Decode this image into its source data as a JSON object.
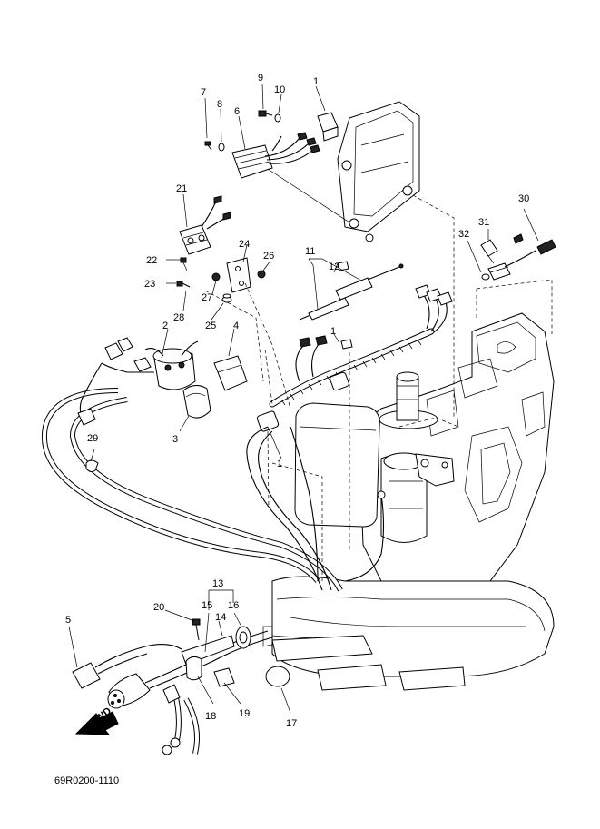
{
  "diagram_code": "69R0200-1110",
  "forward_marker": "FWD",
  "part_labels": [
    {
      "id": "p1a",
      "text": "1"
    },
    {
      "id": "p1b",
      "text": "1"
    },
    {
      "id": "p1c",
      "text": "1"
    },
    {
      "id": "p2",
      "text": "2"
    },
    {
      "id": "p3",
      "text": "3"
    },
    {
      "id": "p4",
      "text": "4"
    },
    {
      "id": "p5",
      "text": "5"
    },
    {
      "id": "p6",
      "text": "6"
    },
    {
      "id": "p7",
      "text": "7"
    },
    {
      "id": "p8",
      "text": "8"
    },
    {
      "id": "p9",
      "text": "9"
    },
    {
      "id": "p10",
      "text": "10"
    },
    {
      "id": "p11",
      "text": "11"
    },
    {
      "id": "p12",
      "text": "12"
    },
    {
      "id": "p13",
      "text": "13"
    },
    {
      "id": "p14",
      "text": "14"
    },
    {
      "id": "p15",
      "text": "15"
    },
    {
      "id": "p16",
      "text": "16"
    },
    {
      "id": "p17",
      "text": "17"
    },
    {
      "id": "p18",
      "text": "18"
    },
    {
      "id": "p19",
      "text": "19"
    },
    {
      "id": "p20",
      "text": "20"
    },
    {
      "id": "p21",
      "text": "21"
    },
    {
      "id": "p22",
      "text": "22"
    },
    {
      "id": "p23",
      "text": "23"
    },
    {
      "id": "p24",
      "text": "24"
    },
    {
      "id": "p25",
      "text": "25"
    },
    {
      "id": "p26",
      "text": "26"
    },
    {
      "id": "p27",
      "text": "27"
    },
    {
      "id": "p28",
      "text": "28"
    },
    {
      "id": "p29",
      "text": "29"
    },
    {
      "id": "p30",
      "text": "30"
    },
    {
      "id": "p31",
      "text": "31"
    },
    {
      "id": "p32",
      "text": "32"
    }
  ]
}
